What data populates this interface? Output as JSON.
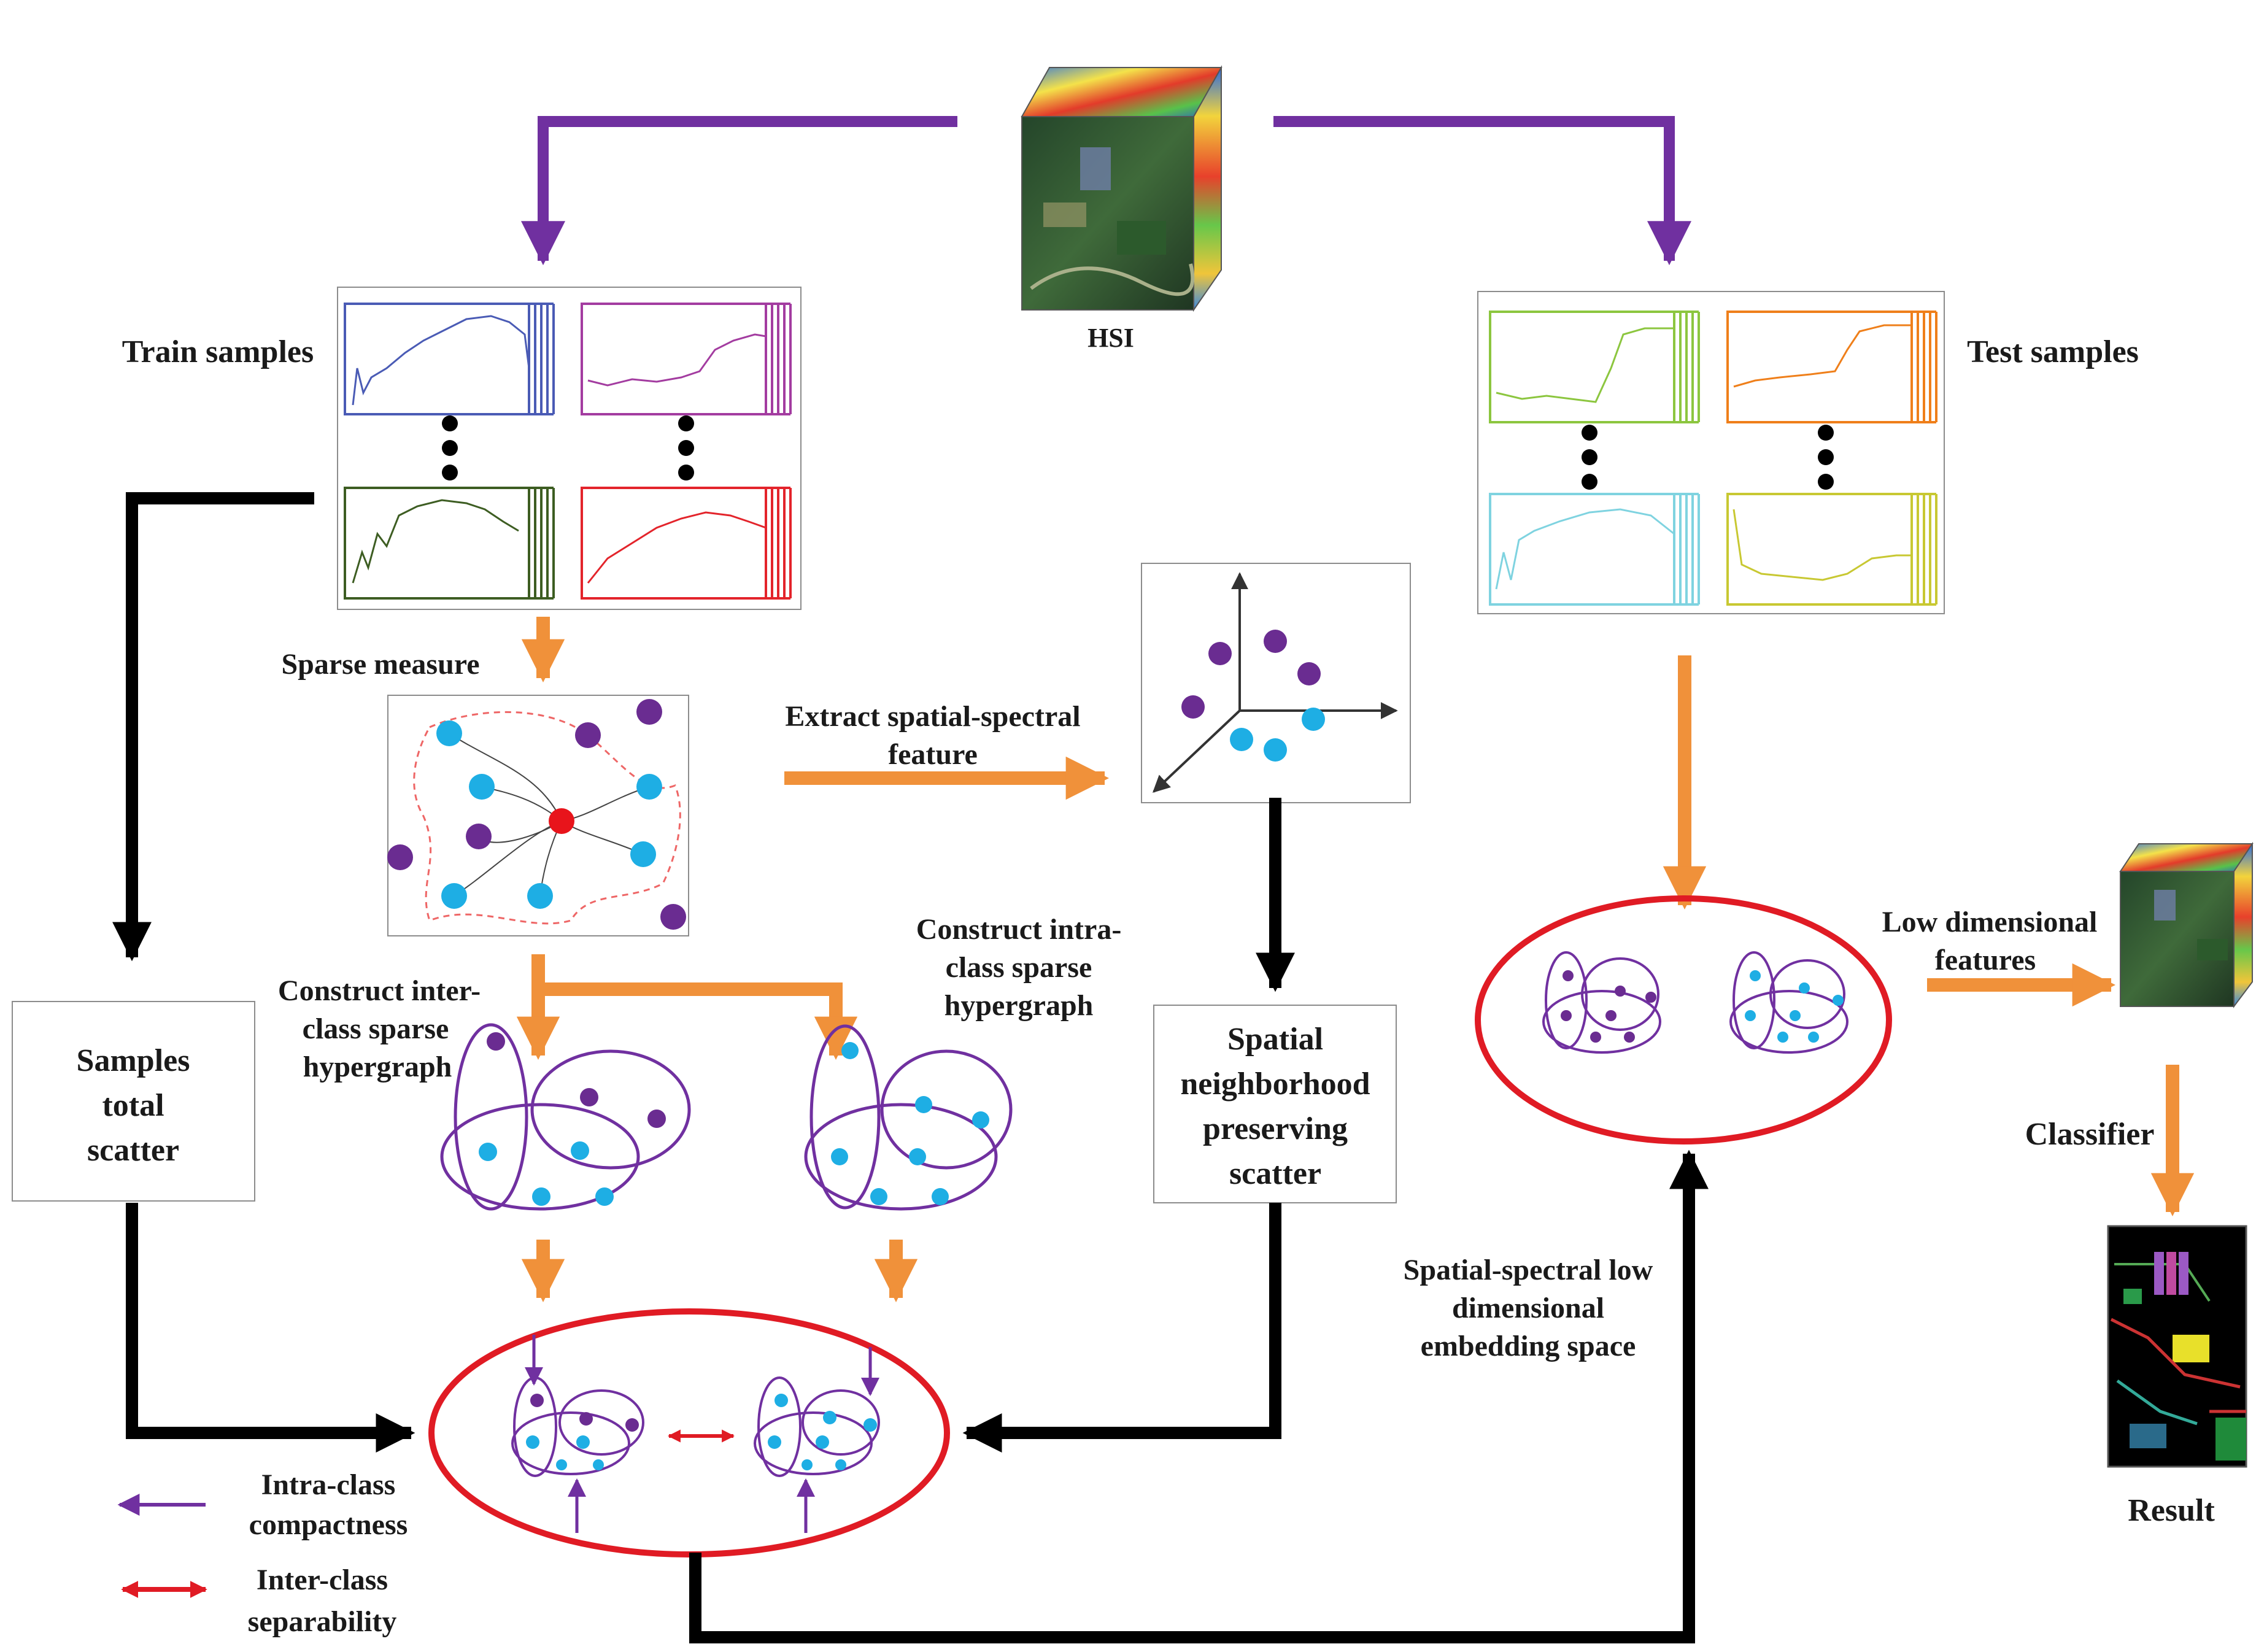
{
  "labels": {
    "hsi": "HSI",
    "train_samples": "Train samples",
    "test_samples": "Test samples",
    "sparse_measure": "Sparse measure",
    "extract_line1": "Extract spatial-spectral",
    "extract_line2": "feature",
    "inter_line1": "Construct inter-",
    "inter_line2": "class sparse",
    "inter_line3": "hypergraph",
    "intra_line1": "Construct intra-",
    "intra_line2": "class sparse",
    "intra_line3": "hypergraph",
    "samples_line1": "Samples",
    "samples_line2": "total",
    "samples_line3": "scatter",
    "spatial_line1": "Spatial",
    "spatial_line2": "neighborhood",
    "spatial_line3": "preserving",
    "spatial_line4": "scatter",
    "embed_line1": "Spatial-spectral low",
    "embed_line2": "dimensional",
    "embed_line3": "embedding space",
    "lowdim_line1": "Low dimensional",
    "lowdim_line2": "features",
    "classifier": "Classifier",
    "result": "Result",
    "legend_intra_line1": "Intra-class",
    "legend_intra_line2": "compactness",
    "legend_inter_line1": "Inter-class",
    "legend_inter_line2": "separability"
  },
  "colors": {
    "purple_arrow": "#7030a0",
    "orange_arrow": "#f0913a",
    "black_arrow": "#000000",
    "red_ellipse": "#e01b24",
    "cyan_node": "#1eaee4",
    "purple_node": "#6a2c91",
    "red_node": "#e8141b",
    "train_spectra": [
      "#4a5bb5",
      "#a33ca0",
      "#3d5d22",
      "#e3242b"
    ],
    "test_spectra": [
      "#8cc63f",
      "#ef7f1a",
      "#7fd3e0",
      "#c8c832"
    ]
  },
  "icons": {
    "hsi_cube": "hyperspectral-cube-icon",
    "feature_cube": "low-dimensional-cube-icon",
    "result_map": "classification-map-icon",
    "ellipsis": "vertical-ellipsis-icon"
  }
}
